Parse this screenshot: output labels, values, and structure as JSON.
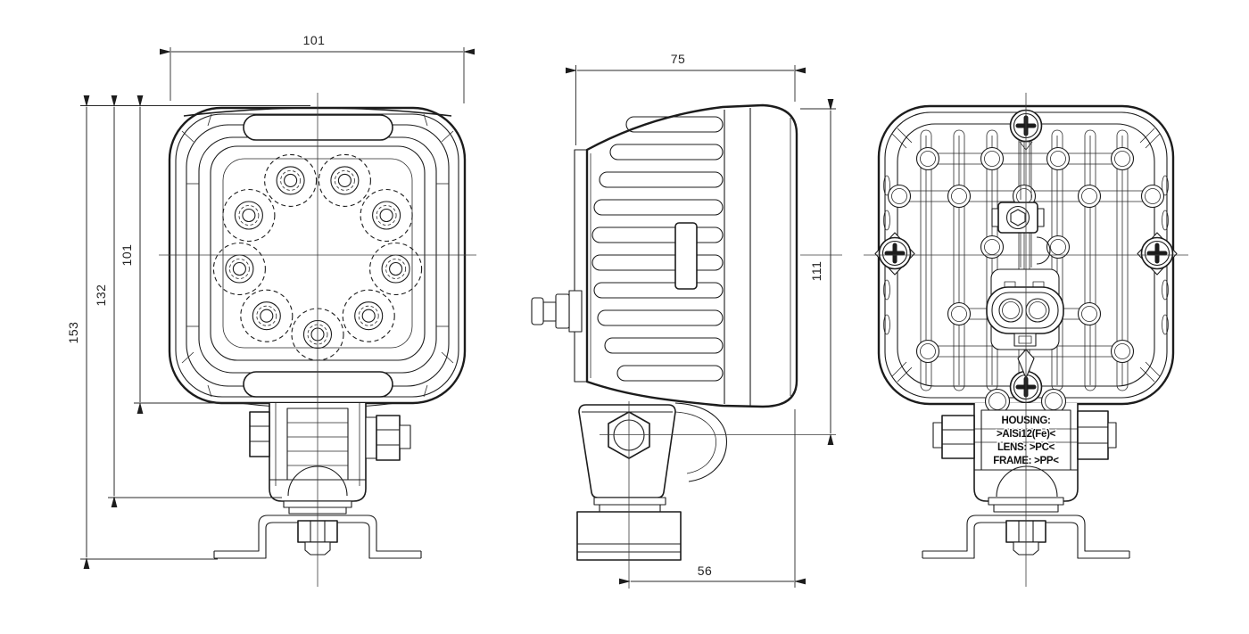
{
  "colors": {
    "line": "#1c1c1c",
    "background": "#ffffff"
  },
  "dimensions": {
    "front_width": "101",
    "front_body_height": "101",
    "front_height_to_mount": "132",
    "front_overall_height": "153",
    "side_depth": "75",
    "side_height_to_pivot": "111",
    "side_pivot_offset": "56"
  },
  "material_label": {
    "line1": "HOUSING:",
    "line2": ">AlSi12(Fe)<",
    "line3": "LENS: >PC<",
    "line4": "FRAME: >PP<"
  },
  "led_count": 9
}
